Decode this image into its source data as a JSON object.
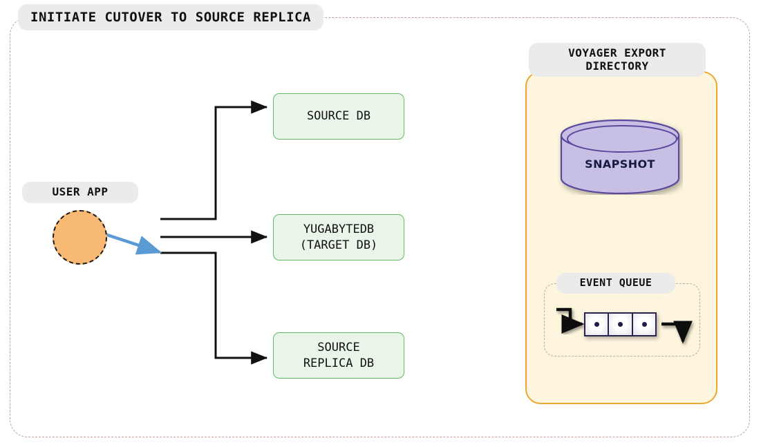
{
  "diagram": {
    "title": "INITIATE CUTOVER TO SOURCE REPLICA",
    "type": "architecture-flow"
  },
  "colors": {
    "outer_border": "#bfa093",
    "badge_bg": "#ebebeb",
    "db_box_fill": "#eaf5ea",
    "db_box_border": "#62bb62",
    "user_app_fill": "#f8b974",
    "user_app_border": "#1a1a1a",
    "voyager_fill": "#fdf5dd",
    "voyager_border": "#eda72f",
    "snapshot_fill": "#c7bfe4",
    "snapshot_border": "#5b4a9e",
    "snapshot_text": "#161a42",
    "blue_arrow": "#5b9bd5",
    "black_arrow": "#111111",
    "queue_cell_border": "#2b2250"
  },
  "left_panel": {
    "user_app": {
      "label": "USER APP",
      "shape": "circle"
    },
    "databases": [
      {
        "id": "source-db",
        "label": "SOURCE DB"
      },
      {
        "id": "target-db",
        "label": "YUGABYTEDB\n(TARGET DB)"
      },
      {
        "id": "replica-db",
        "label": "SOURCE\nREPLICA DB"
      }
    ],
    "connections": [
      {
        "from": "user-app",
        "to": "source-db",
        "style": "black-elbow-up",
        "arrow": true
      },
      {
        "from": "user-app",
        "to": "target-db",
        "style": "black-straight",
        "arrow": true
      },
      {
        "from": "user-app",
        "to": "replica-db",
        "style": "black-elbow-down",
        "arrow": true
      },
      {
        "from": "user-app",
        "to": "replica-db",
        "style": "blue-diagonal-active",
        "arrow": true
      }
    ]
  },
  "voyager_panel": {
    "label": "VOYAGER EXPORT\nDIRECTORY",
    "label_line1": "VOYAGER EXPORT",
    "label_line2": "DIRECTORY",
    "snapshot": {
      "label": "SNAPSHOT",
      "shape": "cylinder"
    },
    "event_queue": {
      "label": "EVENT QUEUE",
      "cell_count": 3,
      "cells": [
        "event",
        "event",
        "event"
      ],
      "inbound_arrow": true,
      "outbound_arrow": true
    }
  }
}
